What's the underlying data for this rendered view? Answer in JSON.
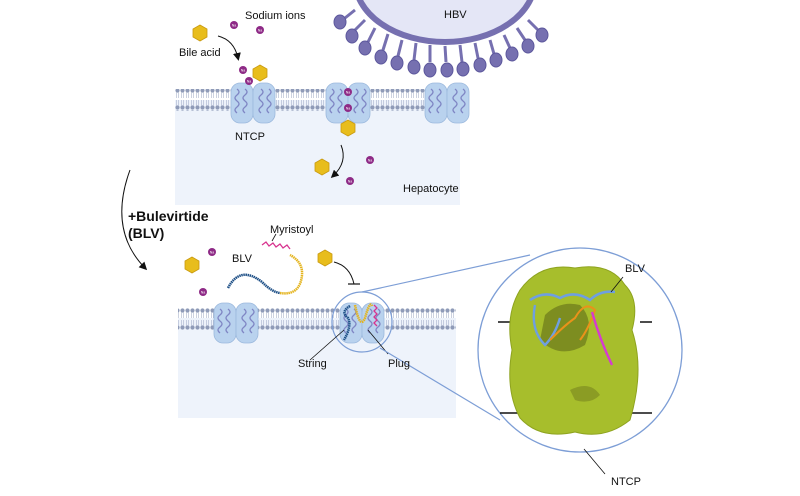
{
  "labels": {
    "sodium_ions": "Sodium ions",
    "bile_acid": "Bile acid",
    "hbv": "HBV",
    "ntcp_top": "NTCP",
    "hepatocyte": "Hepatocyte",
    "bulevirtide_line1": "+Bulevirtide",
    "bulevirtide_line2": "(BLV)",
    "myristoyl": "Myristoyl",
    "blv_left": "BLV",
    "string": "String",
    "plug": "Plug",
    "blv_zoom": "BLV",
    "ntcp_zoom": "NTCP"
  },
  "ion_symbol": "Na⁺",
  "colors": {
    "cell_bg": "#eef3fb",
    "membrane_head": "#8f9bb8",
    "transporter": "#b9d2ee",
    "helix": "#7f86c4",
    "bile_acid": "#e8bd1c",
    "sodium": "#8e2a86",
    "virus": "#7670b0",
    "virus_fill": "#e4e6f6",
    "blv_dark": "#1d4f86",
    "blv_yellow": "#e4b41e",
    "myristoyl": "#d8338f",
    "protein_green": "#a7be2c",
    "zoom_ring": "#7d9ed6"
  }
}
